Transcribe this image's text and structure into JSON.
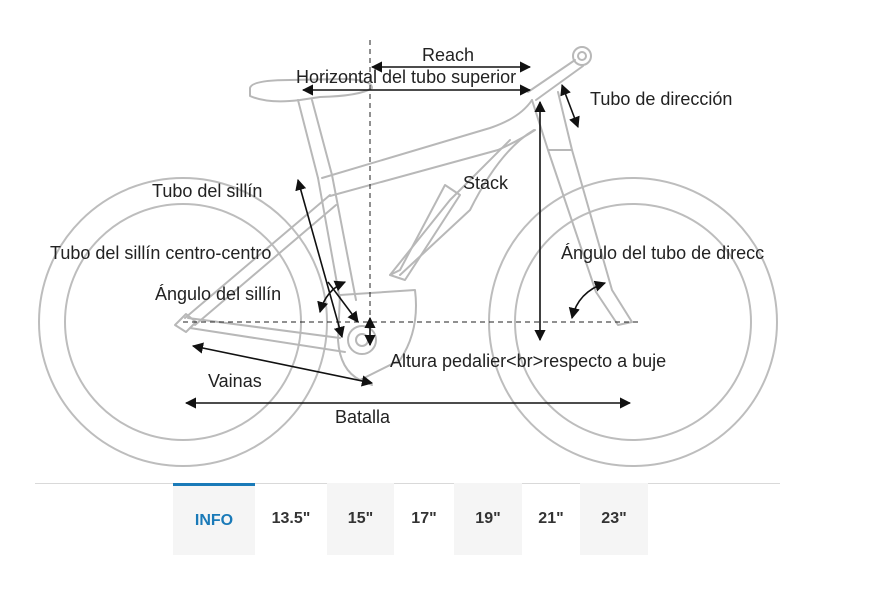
{
  "diagram": {
    "labels": {
      "reach": "Reach",
      "top_tube_horizontal": "Horizontal del tubo superior",
      "head_tube": "Tubo de dirección",
      "stack": "Stack",
      "seat_tube": "Tubo del sillín",
      "seat_tube_cc": "Tubo del sillín centro-centro",
      "head_angle": "Ángulo del tubo de direcc",
      "seat_angle": "Ángulo del sillín",
      "bb_height": "Altura pedalier<br>respecto a buje",
      "chainstays": "Vainas",
      "wheelbase": "Batalla"
    },
    "colors": {
      "frame": "#b8b8b8",
      "arrow": "#111111",
      "accent": "#1a7ab8"
    }
  },
  "size_tabs": [
    {
      "label": "INFO",
      "active": true
    },
    {
      "label": "13.5\"",
      "active": false
    },
    {
      "label": "15\"",
      "active": false
    },
    {
      "label": "17\"",
      "active": false
    },
    {
      "label": "19\"",
      "active": false
    },
    {
      "label": "21\"",
      "active": false
    },
    {
      "label": "23\"",
      "active": false
    }
  ]
}
